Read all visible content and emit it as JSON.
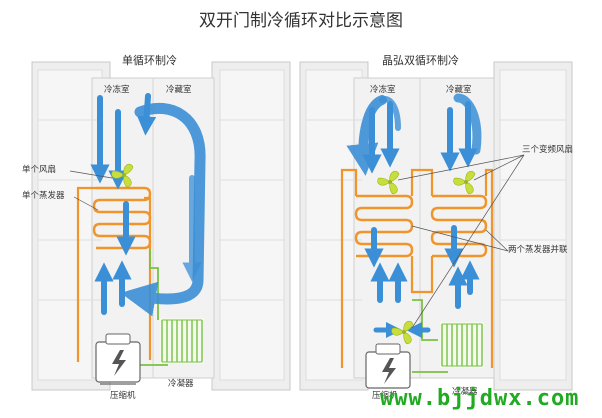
{
  "title": "双开门制冷循环对比示意图",
  "left": {
    "heading": "单循环制冷",
    "freezer": "冷冻室",
    "fridge": "冷藏室",
    "single_fan": "单个风扇",
    "single_evaporator": "单个蒸发器",
    "compressor": "压缩机",
    "condenser": "冷凝器"
  },
  "right": {
    "heading": "晶弘双循环制冷",
    "freezer": "冷冻室",
    "fridge": "冷藏室",
    "three_fans": "三个变频风扇",
    "two_evaporators": "两个蒸发器并联",
    "compressor": "压缩机",
    "condenser": "冷凝器"
  },
  "watermark": "www.bjjdwx.com",
  "colors": {
    "airflow": "#3b8fd6",
    "pipe": "#f0952b",
    "condenser_pipe": "#7ac143",
    "fan": "#c8de3c",
    "cabinet": "#e8e8e8"
  }
}
